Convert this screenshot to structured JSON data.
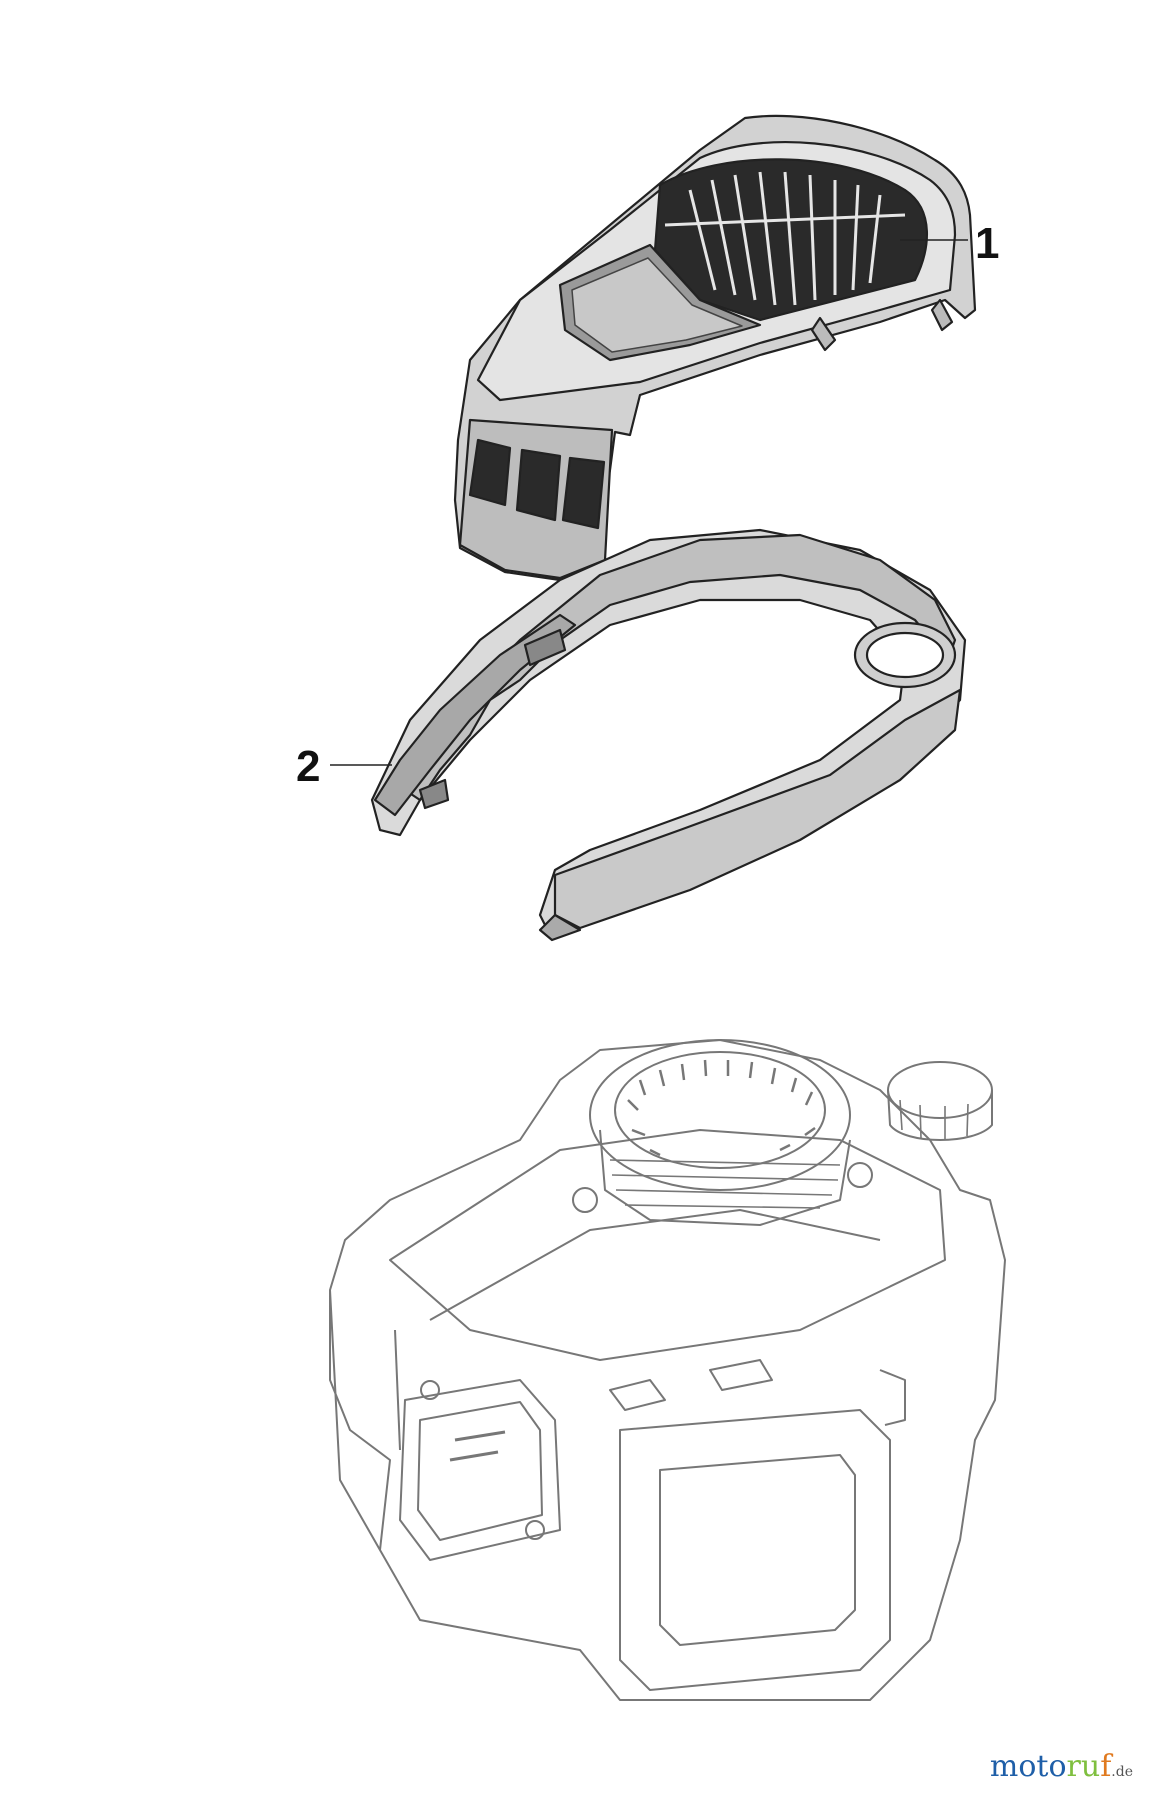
{
  "callouts": [
    {
      "number": "1",
      "part": "top cover"
    },
    {
      "number": "2",
      "part": "shroud"
    }
  ],
  "watermark": {
    "part_a": "moto",
    "part_b": "ru",
    "part_c": "f",
    "tld": ".de"
  },
  "colors": {
    "line": "#222222",
    "fill_dark": "#cfcfcf",
    "fill_mid": "#e2e2e2",
    "engine_line": "#777777",
    "wm_blue": "#1f5fa8",
    "wm_green": "#7fbf3f",
    "wm_orange": "#e07a1f"
  }
}
